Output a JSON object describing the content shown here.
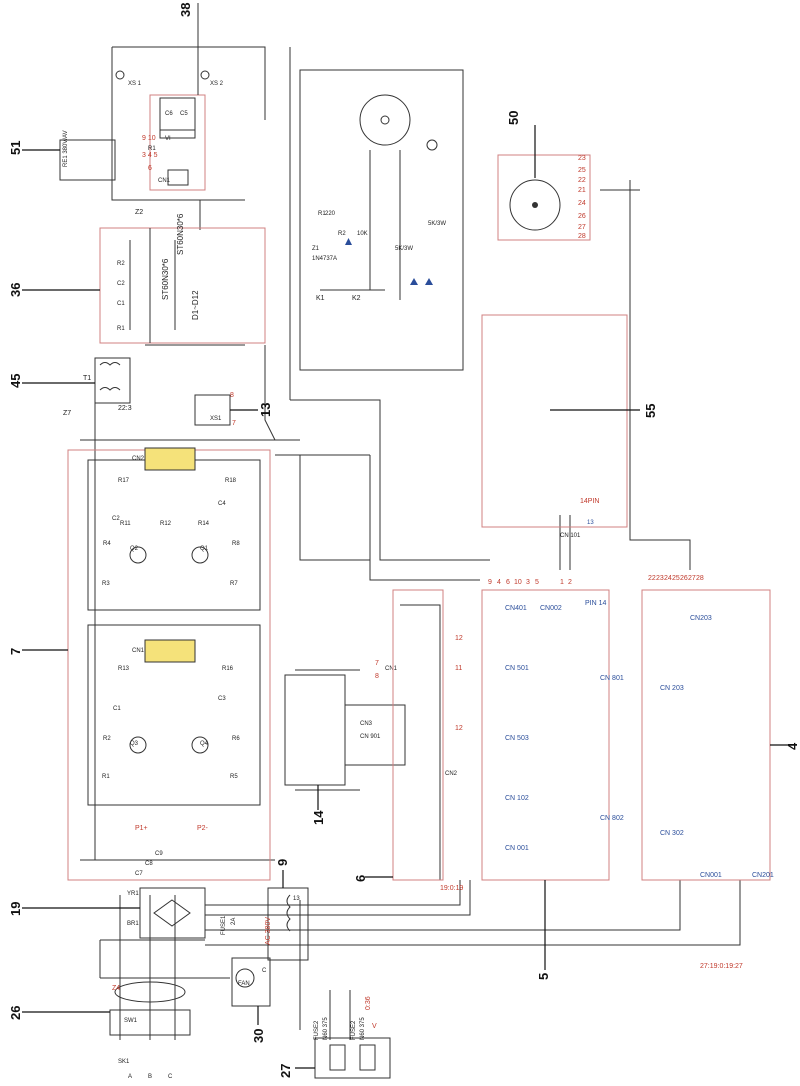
{
  "callouts": [
    "38",
    "51",
    "36",
    "45",
    "13",
    "55",
    "50",
    "7",
    "4",
    "14",
    "6",
    "9",
    "19",
    "26",
    "30",
    "27",
    "5"
  ],
  "blocks": {
    "b38": {
      "label_a": "XS 1",
      "label_b": "XS 2",
      "pins": [
        "9 10",
        "3 4 5",
        "6"
      ],
      "parts": [
        "R1",
        "VI",
        "C6",
        "C5",
        "CN1"
      ]
    },
    "b51": {
      "label": "RE1 380V/AV"
    },
    "b36": {
      "parts": [
        "R2",
        "C2",
        "C1",
        "R1"
      ],
      "diode_a": "ST60N30*6",
      "diode_b": "ST60N30*6",
      "diode_range": "D1~D12",
      "top_label": "Z2"
    },
    "b45": {
      "label_t1": "T1",
      "label_z7": "Z7",
      "ratio": "22:3"
    },
    "b13": {
      "label_xs": "XS1",
      "pin_a": "8",
      "pin_b": "7"
    },
    "relay": {
      "k1": "K1",
      "k2": "K2",
      "r1": "R1",
      "r1v": "220",
      "r2": "R2",
      "r2v": "10K",
      "z1": "Z1",
      "z1v": "1N4737A",
      "p1": "5K/3W",
      "p2": "5K/3W"
    },
    "b55": {
      "label": "14PIN",
      "cn101": "CN 101",
      "pin13": "13"
    },
    "b50": {
      "pins": [
        "23",
        "25",
        "22",
        "21",
        "24",
        "26",
        "27",
        "28"
      ]
    },
    "b7": {
      "cn_top": "CN2",
      "cn_bot": "CN1",
      "p1": "P1+",
      "p2": "P2-",
      "q_labels": [
        "Q2",
        "Q1",
        "Q3",
        "Q4"
      ],
      "r_labels": [
        "R17",
        "R18",
        "R11",
        "R12",
        "R14",
        "R4",
        "R8",
        "R3",
        "R7",
        "R13",
        "R16",
        "R2",
        "R6",
        "R1",
        "R5"
      ],
      "c_labels": [
        "C2",
        "C4",
        "C1",
        "C3"
      ]
    },
    "b14": {
      "cn3": "CN3",
      "cn901": "CN 901",
      "cn1": "CN1",
      "pins": [
        "7",
        "8"
      ]
    },
    "b6": {
      "cn2": "CN2",
      "range": "19:0:19"
    },
    "b5": {
      "cn401": "CN401",
      "cn002": "CN002",
      "pin14": "PIN 14",
      "cn501": "CN 501",
      "cn503": "CN 503",
      "cn102": "CN 102",
      "cn001": "CN 001",
      "pins_cn401": [
        "9",
        "4",
        "6",
        "10",
        "3",
        "5"
      ],
      "pins_cn002": [
        "1",
        "2"
      ],
      "pin11": "11",
      "pin12": "12",
      "pin12b": "12"
    },
    "b4": {
      "cn203": "CN203",
      "cn203b": "CN 203",
      "cn801": "CN 801",
      "cn802": "CN 802",
      "cn302": "CN 302",
      "cn001": "CN001",
      "cn201": "CN201",
      "pins": [
        "22",
        "23",
        "24",
        "25",
        "26",
        "27",
        "28"
      ]
    },
    "b9": {
      "ac": "AC 380V",
      "fuse1": "FUSE1",
      "fuse1v": "2A",
      "ratio": "13"
    },
    "b19": {
      "yr": "YR1",
      "br": "BR1",
      "c7": "C7",
      "c8": "C8",
      "c9": "C9"
    },
    "b26": {
      "sw": "SW1",
      "sk": "SK1",
      "phases": [
        "A",
        "B",
        "C"
      ],
      "z4": "Z4"
    },
    "b30": {
      "fan": "FAN",
      "c": "C"
    },
    "b27": {
      "fuse2": "FUSE2",
      "fuse2v": "N60 375",
      "fuse3": "FUSE2",
      "fuse3v": "N60 375",
      "v": "0:36",
      "vunit": "V"
    },
    "bottom_code": "27:19:0:19:27"
  },
  "colors": {
    "line": "#333333",
    "box": "#d08080",
    "red": "#c0392b",
    "blue": "#2a4d9a",
    "yellow": "#f5e27a"
  }
}
